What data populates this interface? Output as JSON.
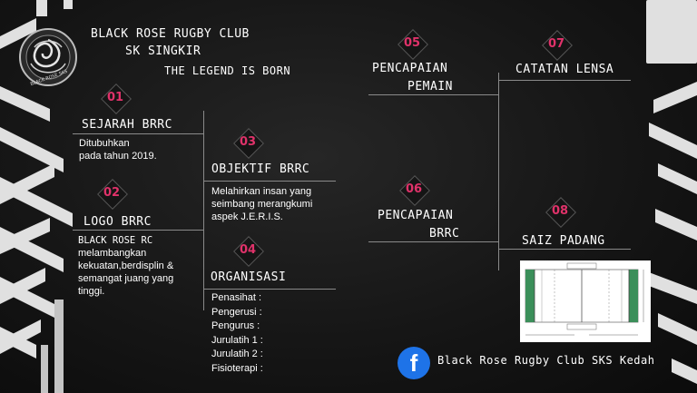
{
  "header": {
    "club_name": "BLACK ROSE RUGBY CLUB",
    "school": "SK SINGKIR",
    "tagline": "THE LEGEND IS BORN",
    "logo_text": "BLACK ROSE SKS"
  },
  "sections": {
    "s01": {
      "number": "01",
      "title": "SEJARAH BRRC",
      "lines": [
        "Ditubuhkan",
        "pada tahun 2019."
      ]
    },
    "s02": {
      "number": "02",
      "title": "LOGO BRRC",
      "lines": [
        "BLACK ROSE RC",
        "melambangkan",
        "kekuatan,berdisplin &",
        "semangat juang yang",
        "tinggi."
      ]
    },
    "s03": {
      "number": "03",
      "title": "OBJEKTIF BRRC",
      "lines": [
        "Melahirkan insan yang",
        "seimbang merangkumi",
        "aspek J.E.R.I.S."
      ]
    },
    "s04": {
      "number": "04",
      "title": "ORGANISASI",
      "items": [
        "Penasihat  :",
        "Pengerusi  :",
        "Pengurus   :",
        "Jurulatih 1 :",
        "Jurulatih 2 :",
        "Fisioterapi :"
      ]
    },
    "s05": {
      "number": "05",
      "title_line1": "PENCAPAIAN",
      "title_line2": "PEMAIN"
    },
    "s06": {
      "number": "06",
      "title_line1": "PENCAPAIAN",
      "title_line2": "BRRC"
    },
    "s07": {
      "number": "07",
      "title": "CATATAN LENSA"
    },
    "s08": {
      "number": "08",
      "title": "SAIZ PADANG"
    }
  },
  "footer": {
    "facebook_icon": "facebook-icon",
    "facebook_label": "Black Rose Rugby Club SKS Kedah"
  },
  "colors": {
    "accent": "#e0326a",
    "facebook": "#1e73e8",
    "background": "#141414",
    "line": "#8a8a8a"
  }
}
